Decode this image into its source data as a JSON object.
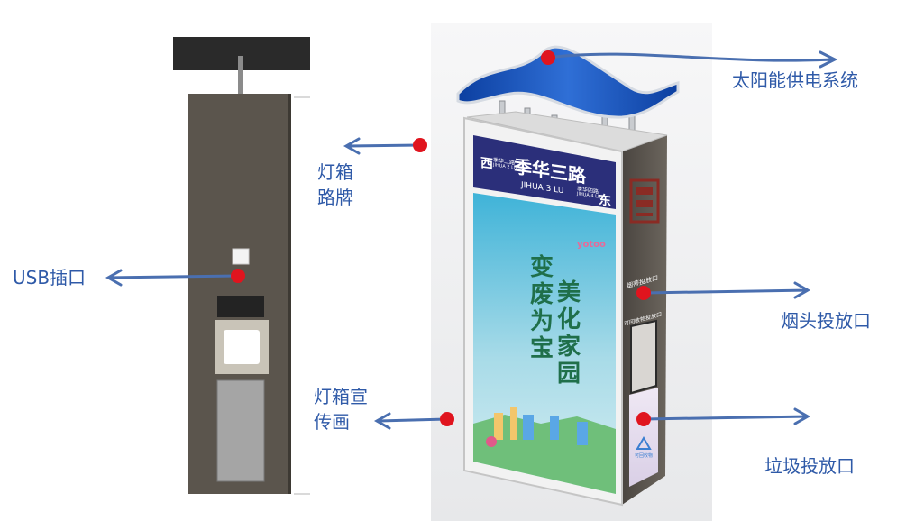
{
  "colors": {
    "label_blue": "#2f5aa8",
    "arrow_blue": "#4a6fb0",
    "marker_red": "#e0141e",
    "sign_navy": "#2b2f7a",
    "body_gray": "#5b554d"
  },
  "callouts": {
    "solar": "太阳能供电系统",
    "lightbox_sign_line1": "灯箱",
    "lightbox_sign_line2": "路牌",
    "usb": "USB插口",
    "cigarette": "烟头投放口",
    "lightbox_ad_line1": "灯箱宣",
    "lightbox_ad_line2": "传画",
    "garbage": "垃圾投放口"
  },
  "street_sign": {
    "name": "季华三路",
    "pinyin": "JIHUA 3 LU",
    "west": "西",
    "east": "东",
    "left_small_1": "季华二路",
    "left_small_2": "JIHUA 2 LU",
    "right_small_1": "季华四路",
    "right_small_2": "JIHUA 4 LU"
  },
  "poster": {
    "brand": "yotoo",
    "slogan_col1": "变废为宝",
    "slogan_col2": "美化家园"
  },
  "side_panel": {
    "cigarette_label": "烟蒂投放口",
    "recycle_label": "可回收物投放口",
    "bin_label": "可回收物"
  }
}
